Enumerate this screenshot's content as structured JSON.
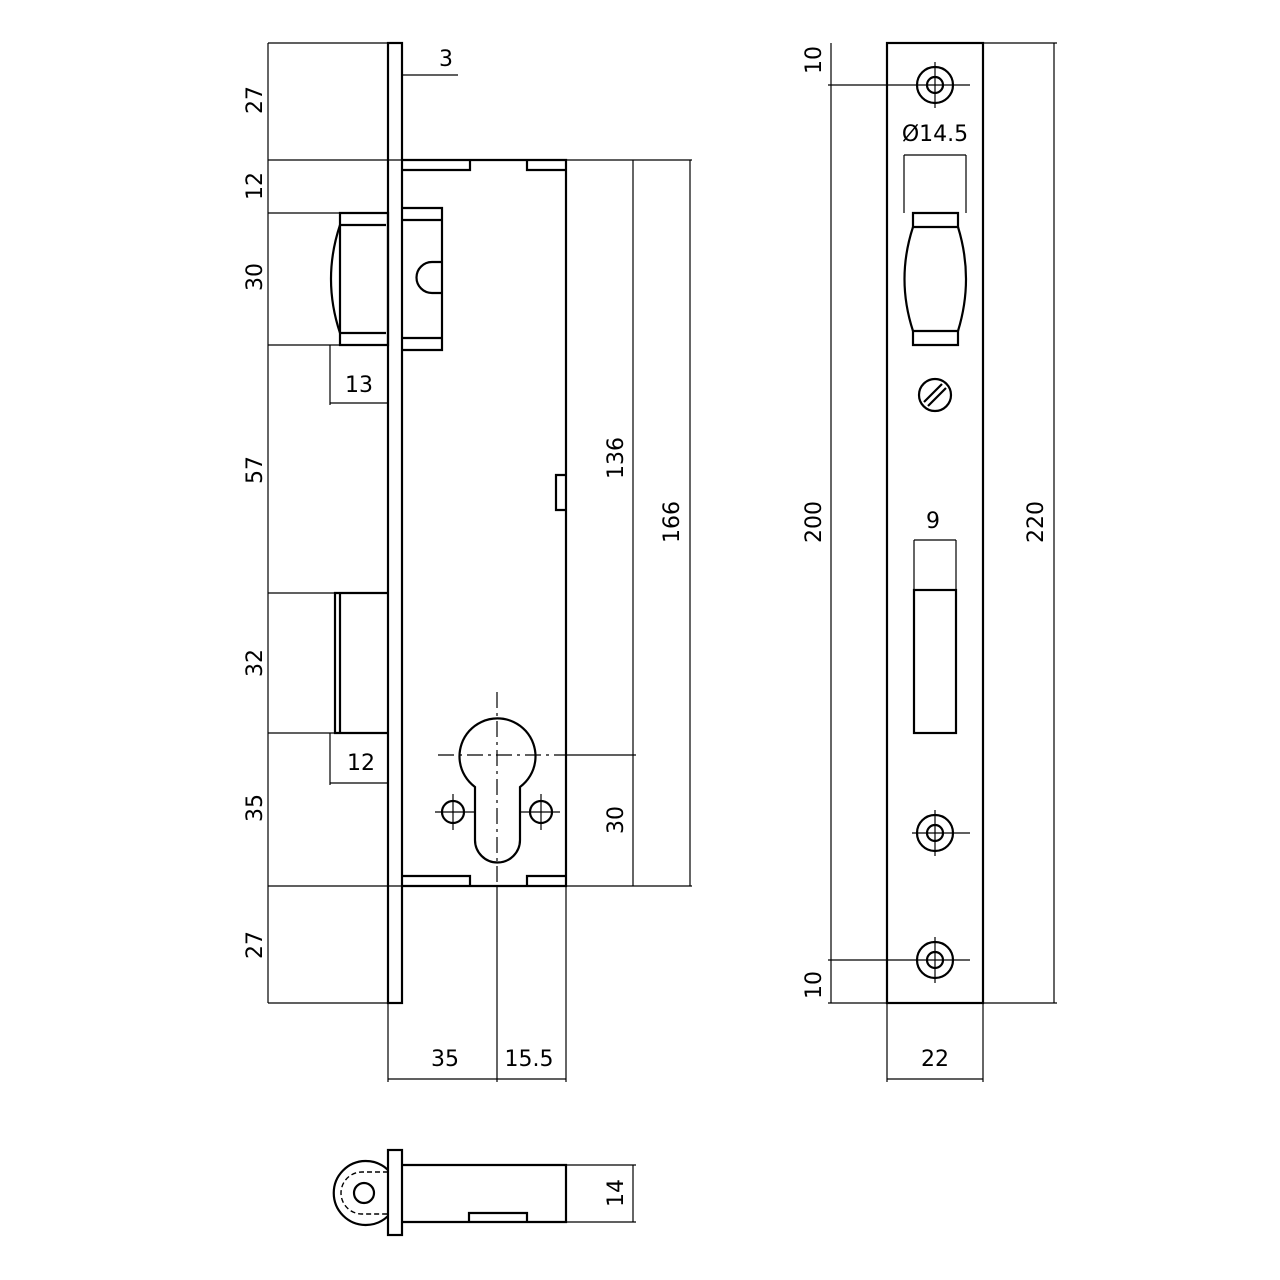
{
  "drawing": {
    "side_view": {
      "left_dims": [
        "27",
        "12",
        "30",
        "57",
        "32",
        "35",
        "27"
      ],
      "faceplate_thickness": "3",
      "latch_projection": "13",
      "deadbolt_projection": "12",
      "body_height": "136",
      "cylinder_offset": "30",
      "overall_case_height": "166",
      "backset": "35",
      "cylinder_to_back": "15.5"
    },
    "front_view": {
      "hole_offset_top": "10",
      "hole_offset_bottom": "10",
      "hole_spacing": "200",
      "plate_length": "220",
      "hole_diameter": "Ø14.5",
      "deadbolt_width": "9",
      "plate_width": "22"
    },
    "bottom_view": {
      "case_thickness": "14"
    }
  }
}
